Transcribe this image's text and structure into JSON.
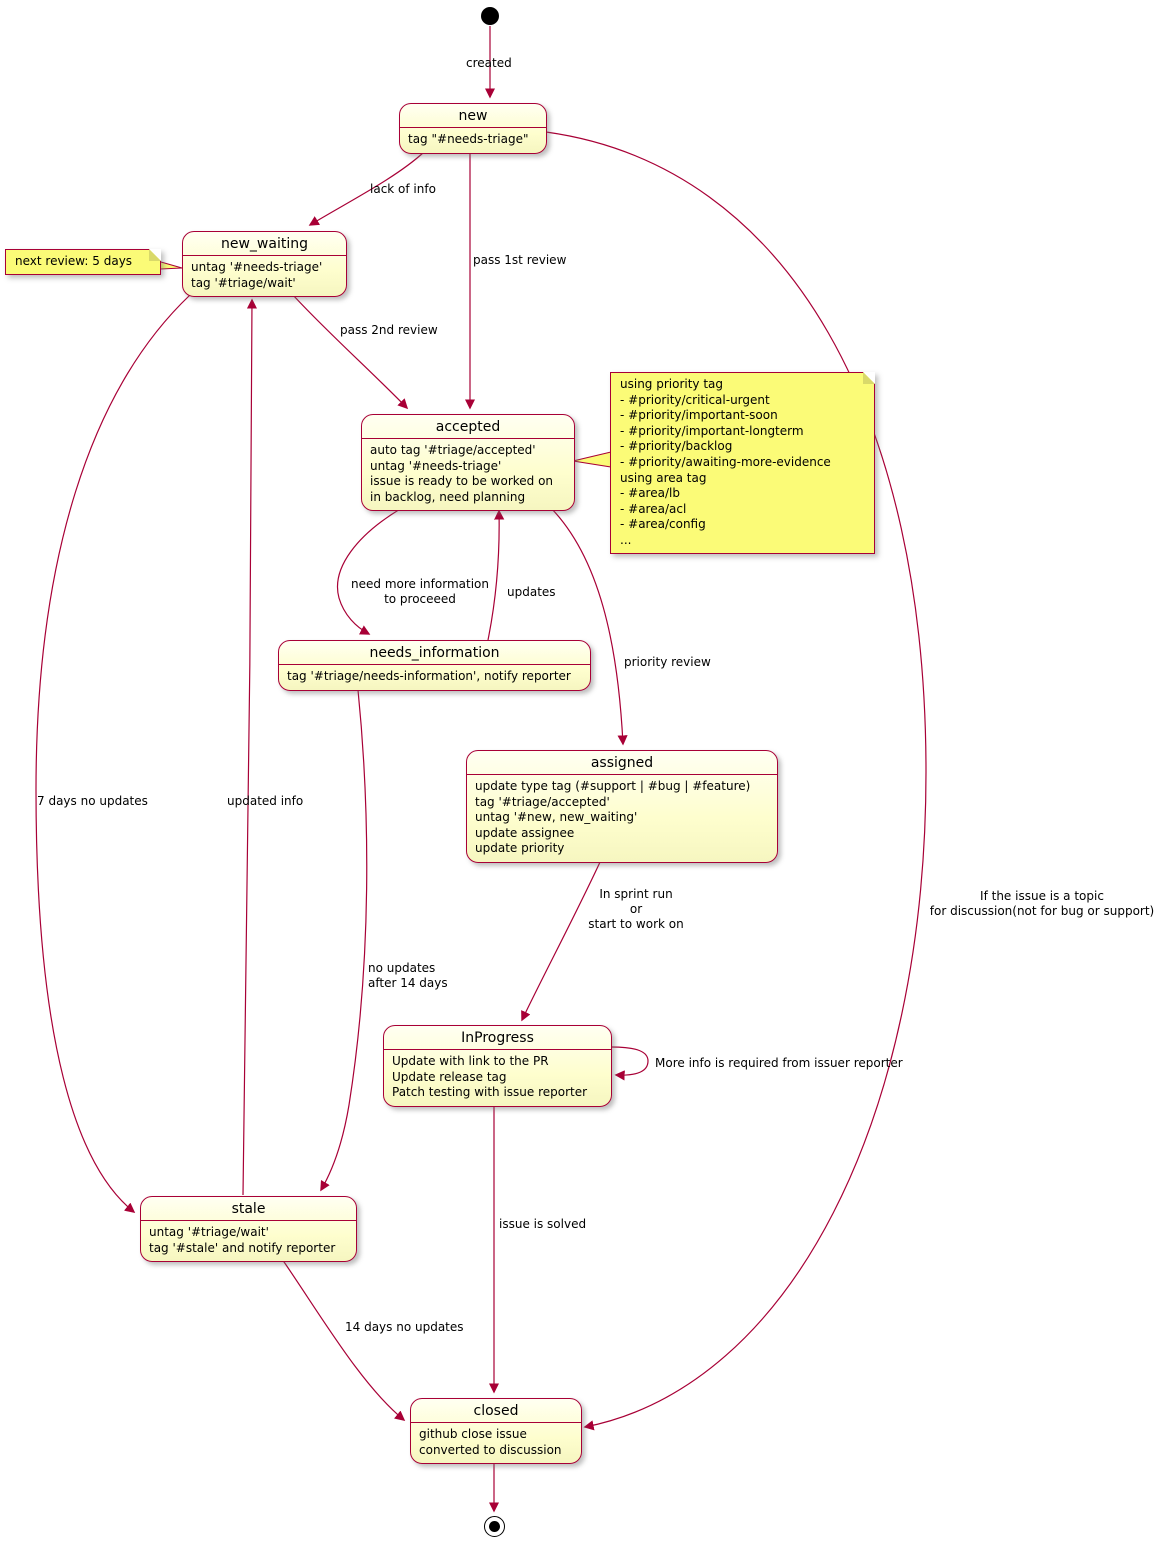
{
  "diagram_type": "state-diagram",
  "colors": {
    "state_fill": "#FEFECE",
    "state_border": "#A80036",
    "note_fill": "#FBFB77",
    "edge": "#A80036",
    "text": "#000000"
  },
  "states": [
    {
      "id": "new",
      "title": "new",
      "lines": [
        "tag \"#needs-triage\""
      ]
    },
    {
      "id": "new_waiting",
      "title": "new_waiting",
      "lines": [
        "untag '#needs-triage'",
        "tag '#triage/wait'"
      ]
    },
    {
      "id": "accepted",
      "title": "accepted",
      "lines": [
        "auto tag '#triage/accepted'",
        "untag '#needs-triage'",
        "issue is ready to be worked on",
        "in backlog, need planning"
      ]
    },
    {
      "id": "needs_information",
      "title": "needs_information",
      "lines": [
        "tag '#triage/needs-information', notify reporter"
      ]
    },
    {
      "id": "assigned",
      "title": "assigned",
      "lines": [
        "update type tag (#support | #bug | #feature)",
        "tag '#triage/accepted'",
        "untag '#new, new_waiting'",
        "update assignee",
        "update priority"
      ]
    },
    {
      "id": "InProgress",
      "title": "InProgress",
      "lines": [
        "Update with link to the PR",
        "Update release tag",
        "Patch testing with issue reporter"
      ]
    },
    {
      "id": "stale",
      "title": "stale",
      "lines": [
        "untag '#triage/wait'",
        "tag '#stale' and notify reporter"
      ]
    },
    {
      "id": "closed",
      "title": "closed",
      "lines": [
        "github close issue",
        "converted to discussion"
      ]
    }
  ],
  "notes": [
    {
      "id": "note-next-review",
      "attached_to": "new_waiting",
      "lines": [
        "next review: 5 days"
      ]
    },
    {
      "id": "note-priority",
      "attached_to": "accepted",
      "lines": [
        "using priority tag",
        "- #priority/critical-urgent",
        "- #priority/important-soon",
        "- #priority/important-longterm",
        "- #priority/backlog",
        "- #priority/awaiting-more-evidence",
        "using area tag",
        "- #area/lb",
        "- #area/acl",
        "- #area/config",
        "..."
      ]
    }
  ],
  "transitions": [
    {
      "from": "start",
      "to": "new",
      "label": "created"
    },
    {
      "from": "new",
      "to": "new_waiting",
      "label": "lack of info"
    },
    {
      "from": "new",
      "to": "accepted",
      "label": "pass 1st review"
    },
    {
      "from": "new_waiting",
      "to": "accepted",
      "label": "pass 2nd review"
    },
    {
      "from": "accepted",
      "to": "needs_information",
      "label_lines": [
        "need more information",
        "to proceeed"
      ]
    },
    {
      "from": "needs_information",
      "to": "accepted",
      "label": "updates"
    },
    {
      "from": "accepted",
      "to": "assigned",
      "label": "priority review"
    },
    {
      "from": "assigned",
      "to": "InProgress",
      "label_lines": [
        "In sprint run",
        "or",
        "start to work on"
      ]
    },
    {
      "from": "InProgress",
      "to": "InProgress",
      "label": "More info is required from issuer reporter"
    },
    {
      "from": "InProgress",
      "to": "closed",
      "label": "issue is solved"
    },
    {
      "from": "new_waiting",
      "to": "stale",
      "label": "7 days no updates"
    },
    {
      "from": "stale",
      "to": "new_waiting",
      "label": "updated info"
    },
    {
      "from": "needs_information",
      "to": "stale",
      "label_lines": [
        "no updates",
        "after 14 days"
      ]
    },
    {
      "from": "stale",
      "to": "closed",
      "label": "14 days no updates"
    },
    {
      "from": "new",
      "to": "closed",
      "label_lines": [
        "If the issue is a topic",
        "for discussion(not for bug or support)"
      ]
    },
    {
      "from": "closed",
      "to": "end",
      "label": ""
    }
  ]
}
